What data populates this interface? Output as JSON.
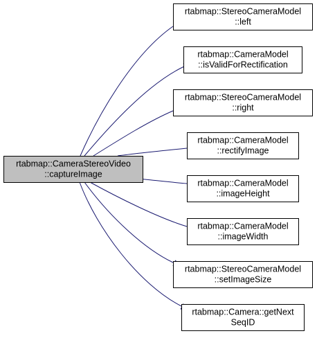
{
  "graph": {
    "root": {
      "line1": "rtabmap::CameraStereoVideo",
      "line2": "::captureImage"
    },
    "callees": [
      {
        "line1": "rtabmap::StereoCameraModel",
        "line2": "::left"
      },
      {
        "line1": "rtabmap::CameraModel",
        "line2": "::isValidForRectification"
      },
      {
        "line1": "rtabmap::StereoCameraModel",
        "line2": "::right"
      },
      {
        "line1": "rtabmap::CameraModel",
        "line2": "::rectifyImage"
      },
      {
        "line1": "rtabmap::CameraModel",
        "line2": "::imageHeight"
      },
      {
        "line1": "rtabmap::CameraModel",
        "line2": "::imageWidth"
      },
      {
        "line1": "rtabmap::StereoCameraModel",
        "line2": "::setImageSize"
      },
      {
        "line1": "rtabmap::Camera::getNext",
        "line2": "SeqID"
      }
    ],
    "colors": {
      "edge": "#191970",
      "root_fill": "#bfbfbf",
      "node_fill": "#ffffff",
      "border": "#000000"
    }
  }
}
